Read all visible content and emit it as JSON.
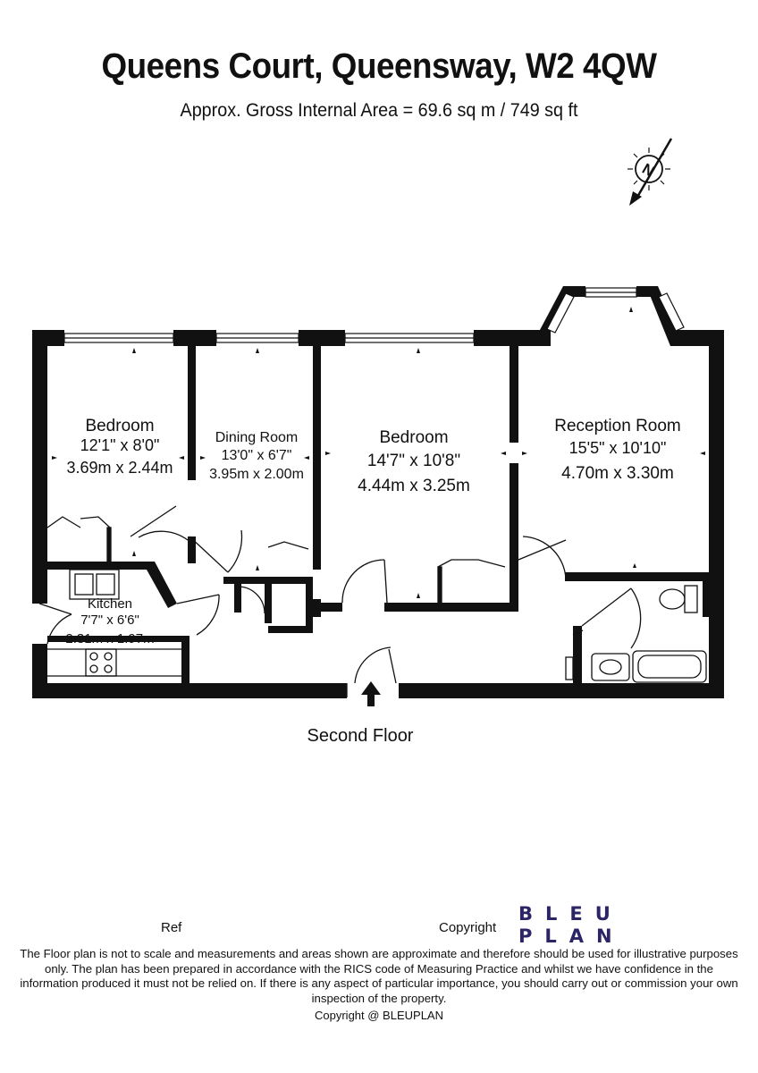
{
  "title": "Queens Court, Queensway, W2 4QW",
  "subtitle": "Approx. Gross Internal Area = 69.6 sq m / 749 sq ft",
  "compass_letter": "N",
  "rooms": {
    "bedroom1": {
      "name": "Bedroom",
      "imperial": "12'1\" x 8'0\"",
      "metric": "3.69m x 2.44m"
    },
    "dining": {
      "name": "Dining Room",
      "imperial": "13'0\" x 6'7\"",
      "metric": "3.95m x 2.00m"
    },
    "bedroom2": {
      "name": "Bedroom",
      "imperial": "14'7\" x 10'8\"",
      "metric": "4.44m x 3.25m"
    },
    "reception": {
      "name": "Reception Room",
      "imperial": "15'5\" x 10'10\"",
      "metric": "4.70m x 3.30m"
    },
    "kitchen": {
      "name": "Kitchen",
      "imperial": "7'7\" x 6'6\"",
      "metric": "2.31m x 1.97m"
    }
  },
  "floor_label": "Second Floor",
  "ref_label": "Ref",
  "copyright_label": "Copyright",
  "logo": {
    "line1": "BLEU",
    "line2": "PLAN",
    "color": "#2b2566"
  },
  "disclaimer": "The Floor plan is not to scale and measurements and areas shown are approximate and therefore should be used for illustrative purposes only. The plan has been prepared in accordance with the RICS code of Measuring Practice and whilst we have confidence in the information produced it must not be relied on. If there is any aspect of particular importance, you should carry out or commission your own inspection of the property.",
  "footer_copyright": "Copyright @ BLEUPLAN",
  "colors": {
    "wall": "#111111",
    "text": "#111111"
  }
}
